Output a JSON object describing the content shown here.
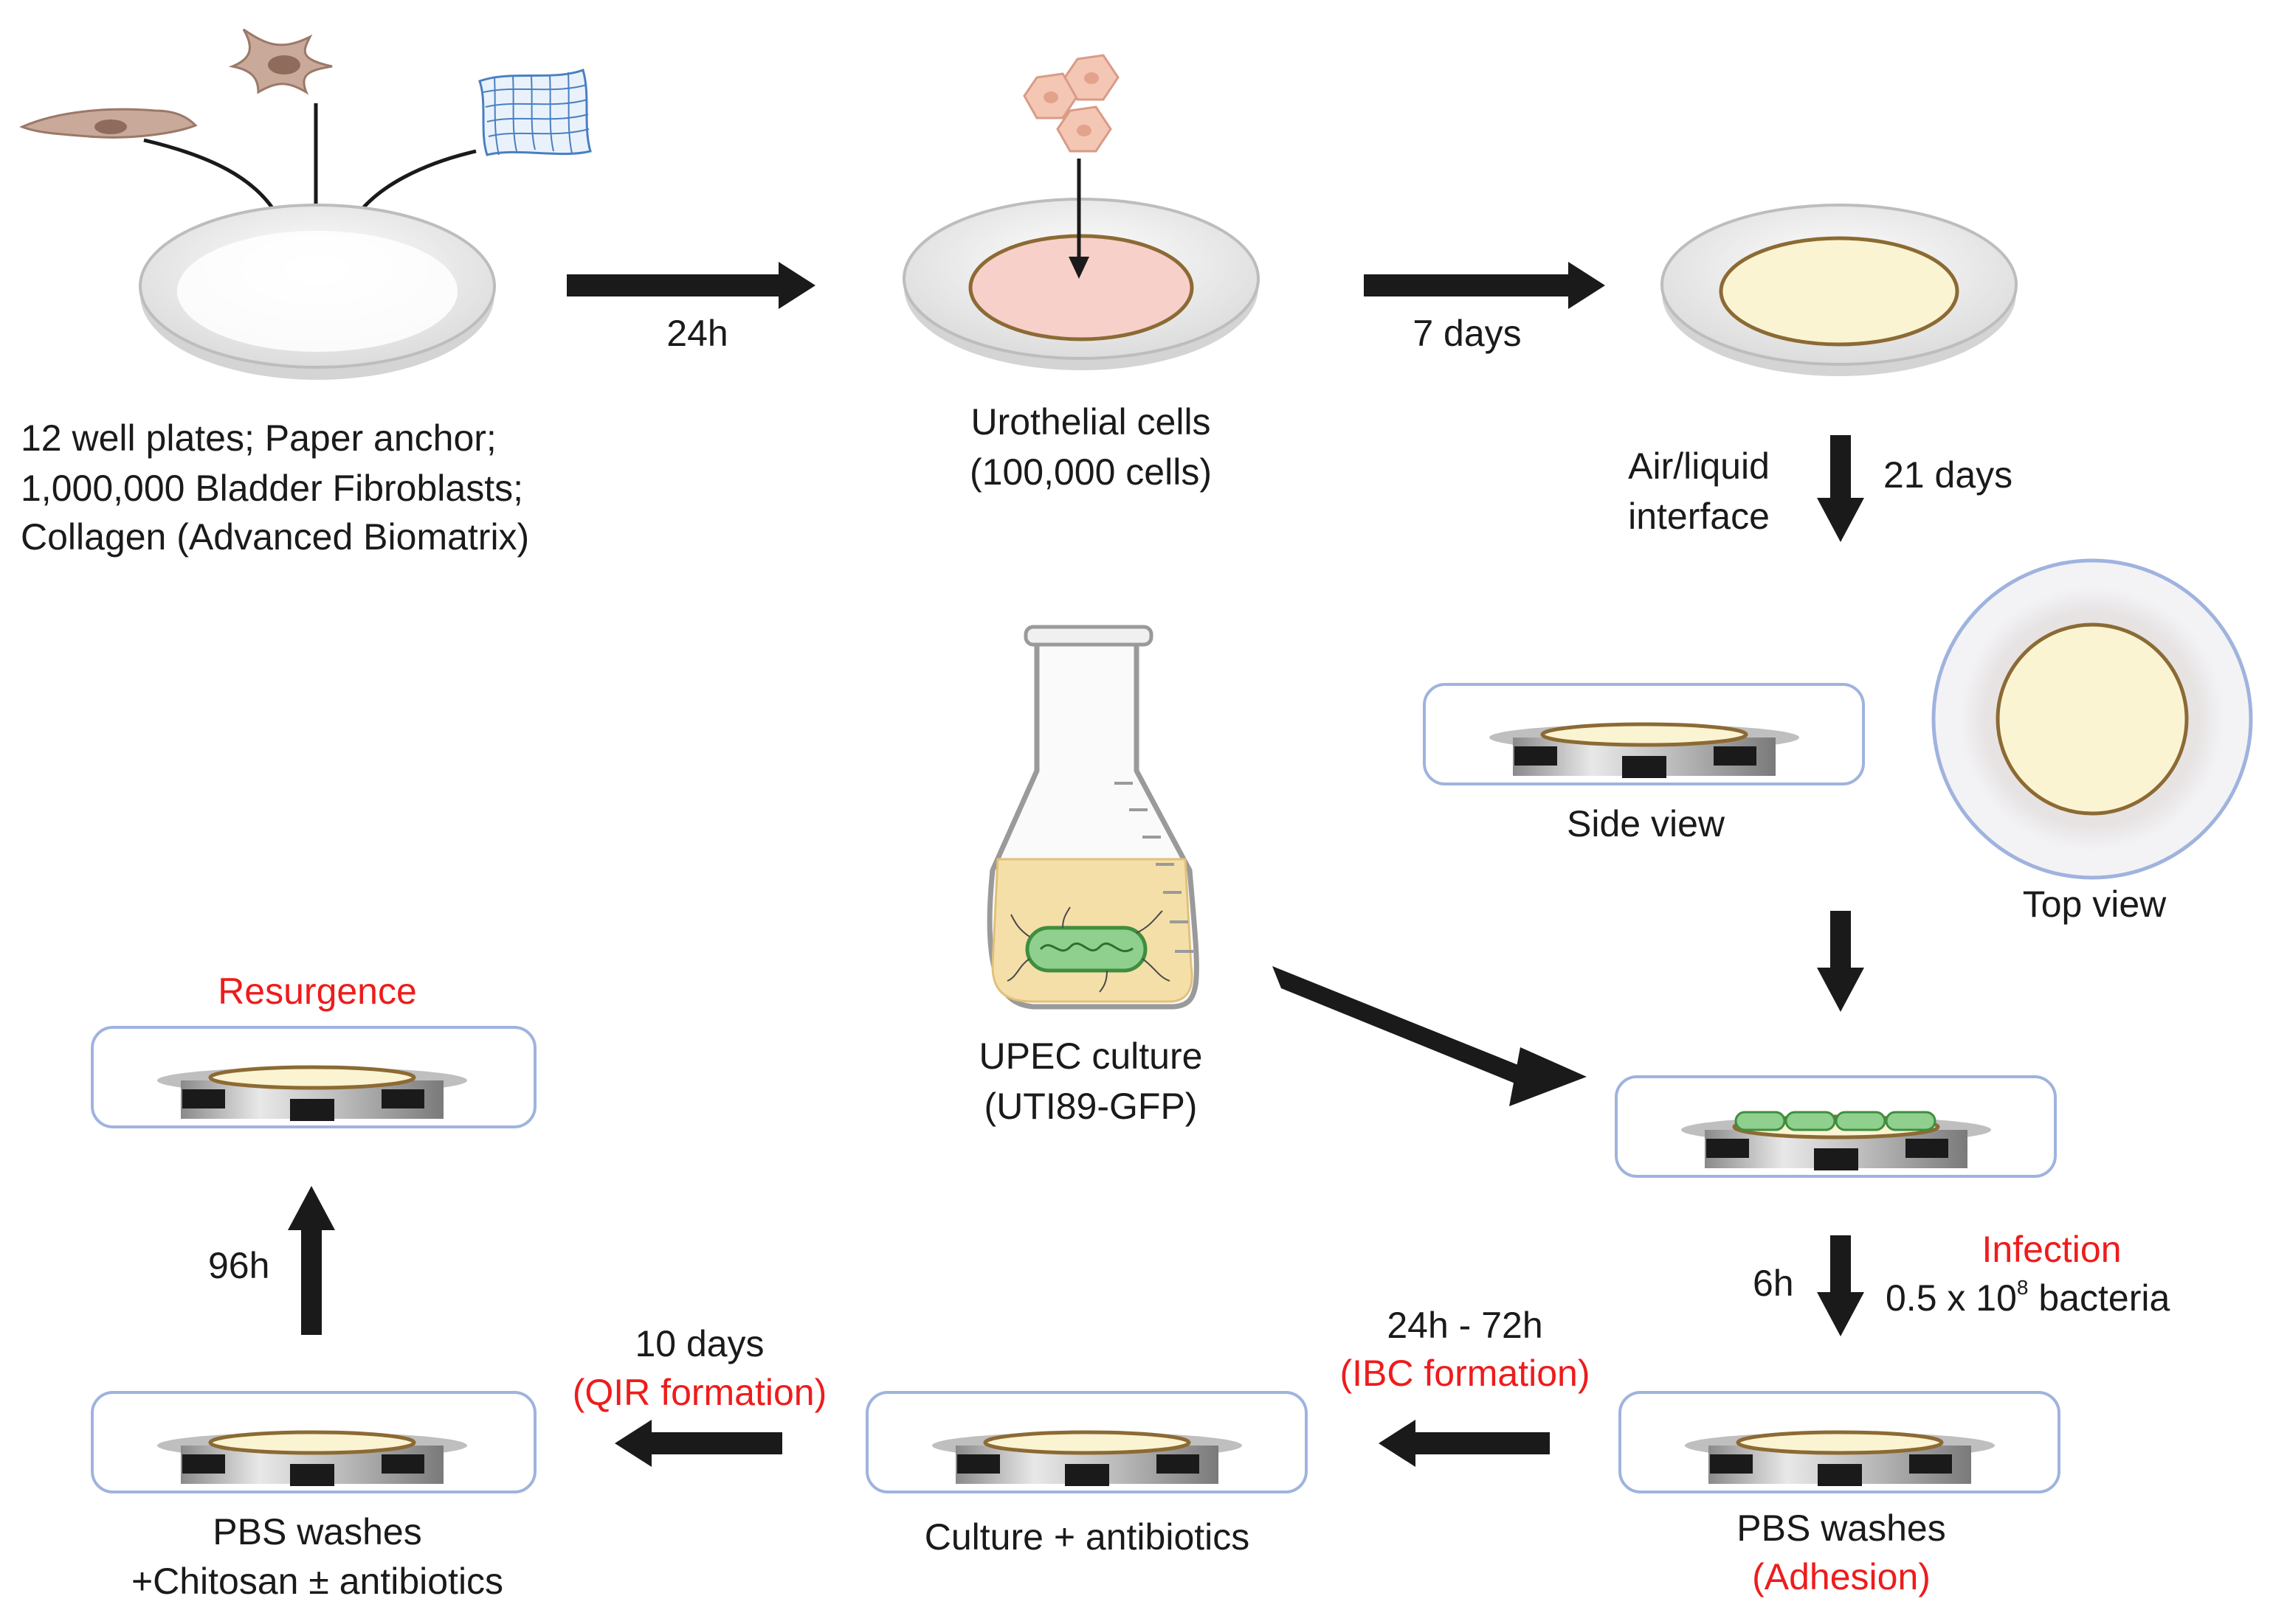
{
  "step1": {
    "line1": "12 well plates; Paper anchor;",
    "line2": "1,000,000 Bladder Fibroblasts;",
    "line3": "Collagen (Advanced Biomatrix)"
  },
  "arrow1_label": "24h",
  "step2": {
    "line1": "Urothelial cells",
    "line2": "(100,000 cells)"
  },
  "arrow2_label": "7 days",
  "step3": {
    "line1": "Air/liquid",
    "line2": "interface",
    "duration": "21 days"
  },
  "views": {
    "side": "Side view",
    "top": "Top view"
  },
  "culture": {
    "line1": "UPEC culture",
    "line2": "(UTI89-GFP)"
  },
  "infection": {
    "title": "Infection",
    "duration": "6h",
    "dose_prefix": "0.5 x 10",
    "dose_exp": "8",
    "dose_suffix": " bacteria"
  },
  "adhesion": {
    "line1": "PBS washes",
    "line2": "(Adhesion)"
  },
  "ibc": {
    "duration": "24h - 72h",
    "label": "(IBC formation)"
  },
  "culture_antibiotics": "Culture + antibiotics",
  "qir": {
    "duration": "10 days",
    "label": "(QIR formation)"
  },
  "chitosan": {
    "line1": "PBS washes",
    "line2": "+Chitosan ± antibiotics"
  },
  "resurgence": {
    "duration": "96h",
    "title": "Resurgence"
  },
  "colors": {
    "highlight": "#ee1c1c",
    "urothelium": "#f6d0c9",
    "matrix": "#fbf4d2",
    "membrane_border": "#8c6a34",
    "bacteria": "#8fd08f",
    "panel_border": "#9fb3de",
    "arrow": "#1a1a1a"
  }
}
